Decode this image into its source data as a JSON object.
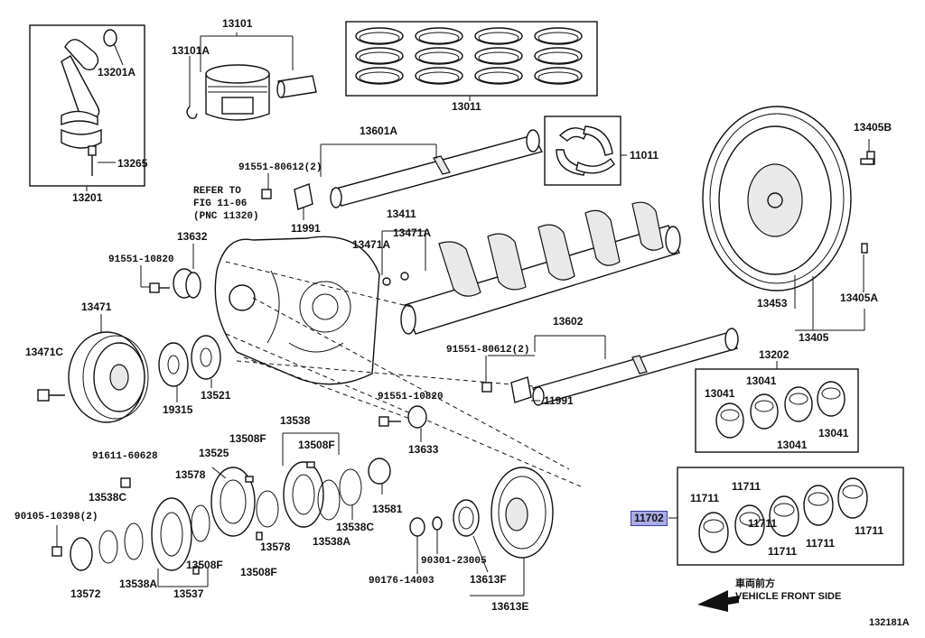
{
  "labels": {
    "p13101": "13101",
    "p13101A": "13101A",
    "p13201A": "13201A",
    "p13265": "13265",
    "p13201": "13201",
    "p13011": "13011",
    "p13601A": "13601A",
    "p11011": "11011",
    "p13405B": "13405B",
    "p91551_80612_a": "91551-80612(2)",
    "refer1": "REFER TO",
    "refer2": "FIG 11-06",
    "refer3": "(PNC 11320)",
    "p11991_a": "11991",
    "p13411": "13411",
    "p13471A_l": "13471A",
    "p13471A_r": "13471A",
    "p13632": "13632",
    "p91551_10820_a": "91551-10820",
    "p13453": "13453",
    "p13405A": "13405A",
    "p13405": "13405",
    "p13471": "13471",
    "p13471C": "13471C",
    "p13602": "13602",
    "p91551_80612_b": "91551-80612(2)",
    "p13202": "13202",
    "p13041_a": "13041",
    "p13041_b": "13041",
    "p13041_c": "13041",
    "p13041_d": "13041",
    "p13521": "13521",
    "p19315": "19315",
    "p11991_b": "11991",
    "p91551_10820_b": "91551-10820",
    "p13538": "13538",
    "p13508F_a": "13508F",
    "p13508F_b": "13508F",
    "p13633": "13633",
    "p91611": "91611-60628",
    "p13525": "13525",
    "p13578_a": "13578",
    "p13538C_a": "13538C",
    "p90105": "90105-10398(2)",
    "p13581": "13581",
    "p13538C_b": "13538C",
    "p13578_b": "13578",
    "p13538A_b": "13538A",
    "p13508F_c": "13508F",
    "p13508F_d": "13508F",
    "p13572": "13572",
    "p13538A_a": "13538A",
    "p13537": "13537",
    "p90301": "90301-23005",
    "p90176": "90176-14003",
    "p13613F": "13613F",
    "p13613E": "13613E",
    "p11711_a": "11711",
    "p11711_b": "11711",
    "p11711_c": "11711",
    "p11711_d": "11711",
    "p11711_e": "11711",
    "p11711_f": "11711",
    "p11702": "11702",
    "front_jp": "車両前方",
    "front_en": "VEHICLE FRONT SIDE",
    "fig_id": "132181A"
  },
  "highlight_color": "#a9abe6"
}
